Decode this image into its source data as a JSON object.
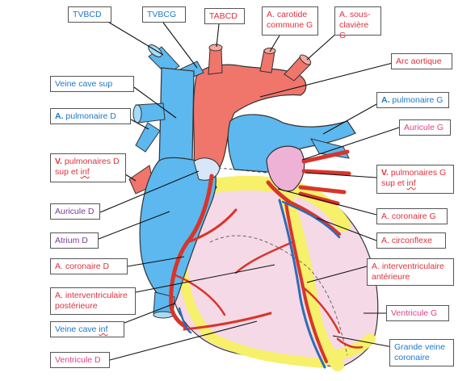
{
  "colors": {
    "vein": "#5cb8ef",
    "artery": "#f0756a",
    "artery_dark": "#d8352a",
    "heart_fill": "#f5d9e6",
    "fat": "#f6f06a",
    "coronary_vein": "#2d6cb8",
    "blue_text": "#1e78c8",
    "red_text": "#e0303a",
    "purple_text": "#7a3a9a",
    "pink_text": "#e0408a",
    "line": "#111111"
  },
  "labels": {
    "tvbcd": "TVBCD",
    "tvbcg": "TVBCG",
    "tabcd": "TABCD",
    "carotide": [
      "A. carotide",
      "commune G"
    ],
    "sous_claviere": [
      "A. sous-",
      "clavière G"
    ],
    "arc_aortique": "Arc aortique",
    "veine_cave_sup": "Veine cave sup",
    "pulm_d": {
      "prefix": "A.",
      "rest": " pulmonaire D"
    },
    "pulm_g": {
      "prefix": "A.",
      "rest": " pulmonaire G"
    },
    "auricule_g": "Auricule G",
    "vpulm_d": {
      "prefix": "V.",
      "line1": " pulmonaires D",
      "line2a": "sup et ",
      "line2b": "inf"
    },
    "vpulm_g": {
      "prefix": "V.",
      "line1": " pulmonaires G",
      "line2a": "sup et ",
      "line2b": "inf"
    },
    "auricule_d": "Auricule D",
    "coronaire_g": "A. coronaire G",
    "atrium_d": "Atrium D",
    "circonflexe": "A. circonflexe",
    "coronaire_d": "A. coronaire D",
    "interv_ant": [
      "A. interventriculaire",
      "antérieure"
    ],
    "interv_post": [
      "A. interventriculaire",
      "postérieure"
    ],
    "ventricule_g": "Ventricule G",
    "veine_cave_inf": {
      "a": "Veine cave ",
      "b": "inf"
    },
    "grande_veine": [
      "Grande veine",
      "coronaire"
    ],
    "ventricule_d": "Ventricule D"
  }
}
